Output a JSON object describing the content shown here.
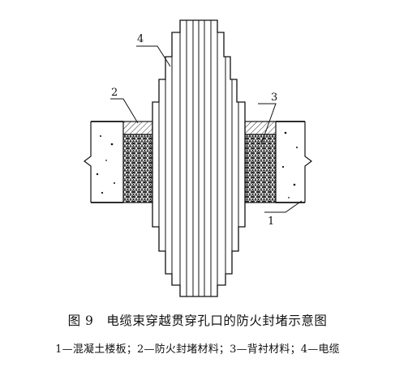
{
  "diagram": {
    "callouts": [
      {
        "id": "concrete-slab",
        "number": "1"
      },
      {
        "id": "fire-sealing-material",
        "number": "2"
      },
      {
        "id": "backing-material",
        "number": "3"
      },
      {
        "id": "cable",
        "number": "4"
      }
    ]
  },
  "caption": {
    "title": "图 9　电缆束穿越贯穿孔口的防火封堵示意图",
    "legend": "1—混凝土楼板；2—防火封堵材料；3—背衬材料；4—电缆"
  },
  "colors": {
    "line": "#111111",
    "background": "#ffffff"
  }
}
